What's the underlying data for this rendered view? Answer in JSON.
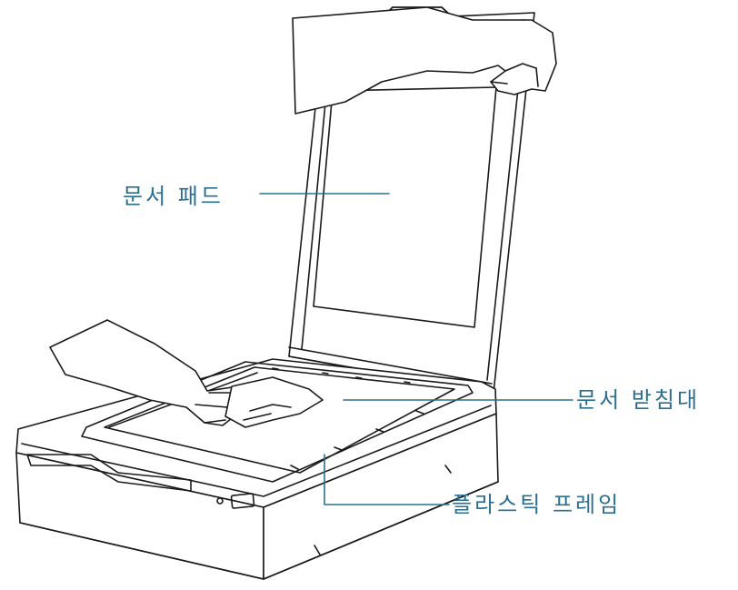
{
  "colors": {
    "label": "#2a6f8f",
    "leader": "#2a6f8f",
    "outline": "#1a1a1a",
    "skin": "#ffffff",
    "scanner_body": "#ffffff"
  },
  "labels": {
    "document_pad": "문서 패드",
    "document_bed": "문서 받침대",
    "plastic_frame": "플라스틱 프레임"
  }
}
